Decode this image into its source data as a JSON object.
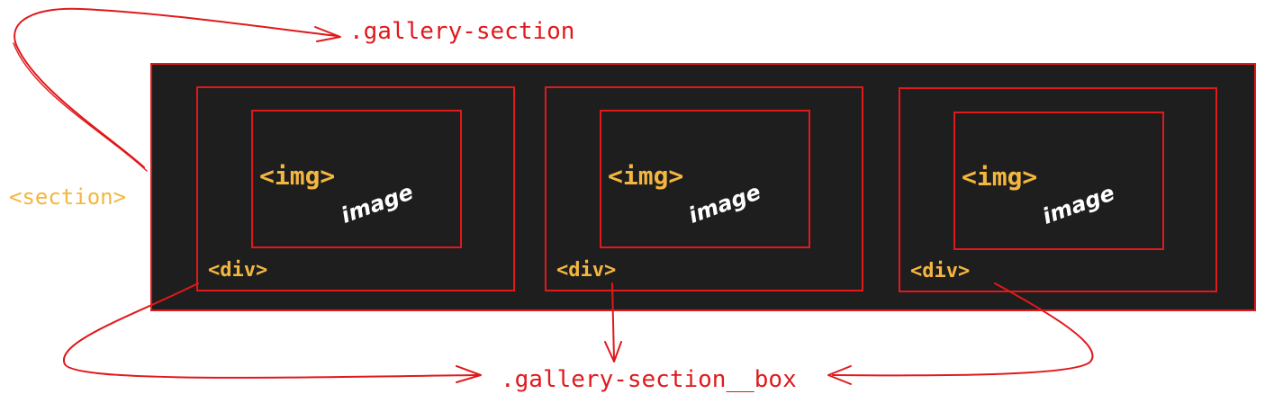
{
  "labels": {
    "gallery_section_class": ".gallery-section",
    "gallery_box_class": ".gallery-section__box",
    "section_tag": "<section>"
  },
  "boxes": [
    {
      "div_tag": "<div>",
      "img_tag": "<img>",
      "note": "image"
    },
    {
      "div_tag": "<div>",
      "img_tag": "<img>",
      "note": "image"
    },
    {
      "div_tag": "<div>",
      "img_tag": "<img>",
      "note": "image"
    }
  ],
  "colors": {
    "stroke": "#e0191c",
    "tag_text": "#f4b63f",
    "panel_bg": "#1e1e1e",
    "note_text": "#ffffff"
  }
}
